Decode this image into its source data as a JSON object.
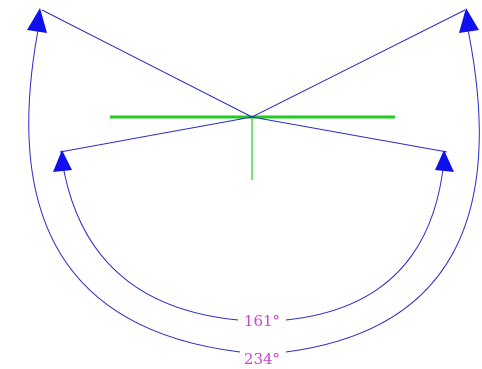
{
  "colors": {
    "dimension_line": "#2a2ac8",
    "arrowhead": "#1010ee",
    "green_marker": "#22cc22",
    "dimension_text": "#d040d0"
  },
  "dimensions": {
    "inner": {
      "label": "161°",
      "angle_deg": 161
    },
    "outer": {
      "label": "234°",
      "angle_deg": 234
    }
  }
}
